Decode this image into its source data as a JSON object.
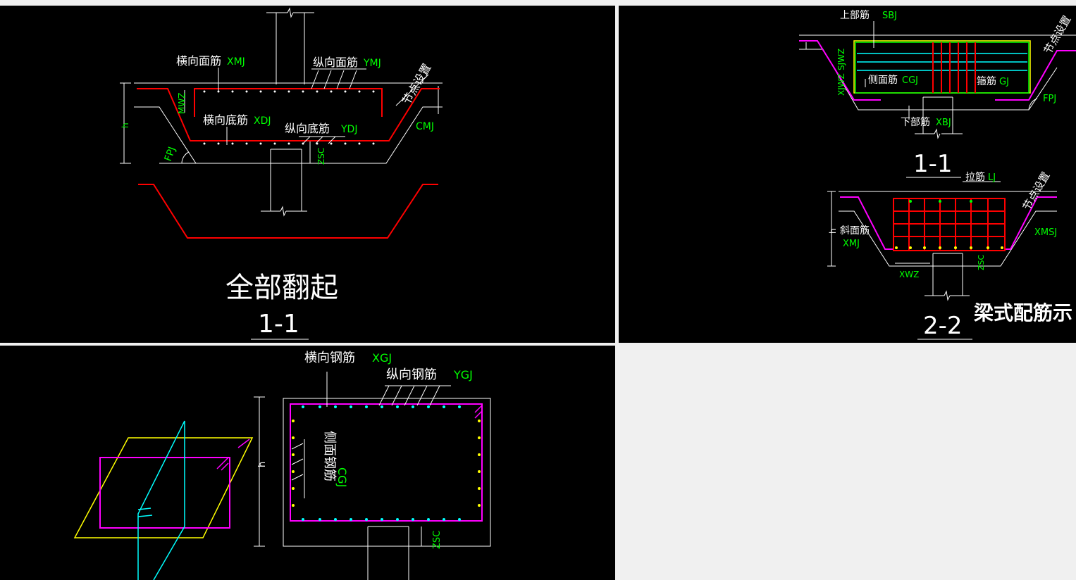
{
  "panel1": {
    "xmj_cn": "横向面筋",
    "xmj_code": "XMJ",
    "ymj_cn": "纵向面筋",
    "ymj_code": "YMJ",
    "node": "节点设置",
    "mwz": "MWZ",
    "h": "h",
    "xdj_cn": "横向底筋",
    "xdj_code": "XDJ",
    "ydj_cn": "纵向底筋",
    "ydj_code": "YDJ",
    "cmj": "CMJ",
    "fpj": "FPJ",
    "zsc": "ZSC",
    "title": "全部翻起",
    "section": "1-1"
  },
  "panel2": {
    "sbj_cn": "上部筋",
    "sbj_code": "SBJ",
    "node": "节点设置",
    "sjwz": "SJWZ",
    "xjwz": "XJWZ",
    "cgj_cn": "侧面筋",
    "cgj_code": "CGJ",
    "gj_cn": "箍筋",
    "gj_code": "GJ",
    "fpj": "FPJ",
    "xbj_cn": "下部筋",
    "xbj_code": "XBJ",
    "section1": "1-1",
    "lj_cn": "拉筋",
    "lj_code": "LJ",
    "node2": "节点设置",
    "h": "h",
    "xmj_cn": "斜面筋",
    "xmj_code": "XMJ",
    "xmsj": "XMSJ",
    "xwz": "XWZ",
    "zsc": "ZSC",
    "section2": "2-2",
    "title": "梁式配筋示"
  },
  "panel3": {
    "xgj_cn": "横向钢筋",
    "xgj_code": "XGJ",
    "ygj_cn": "纵向钢筋",
    "ygj_code": "YGJ",
    "cgj_cn": "侧面钢筋",
    "cgj_code": "CGJ",
    "h": "h",
    "zsc": "ZSC"
  }
}
